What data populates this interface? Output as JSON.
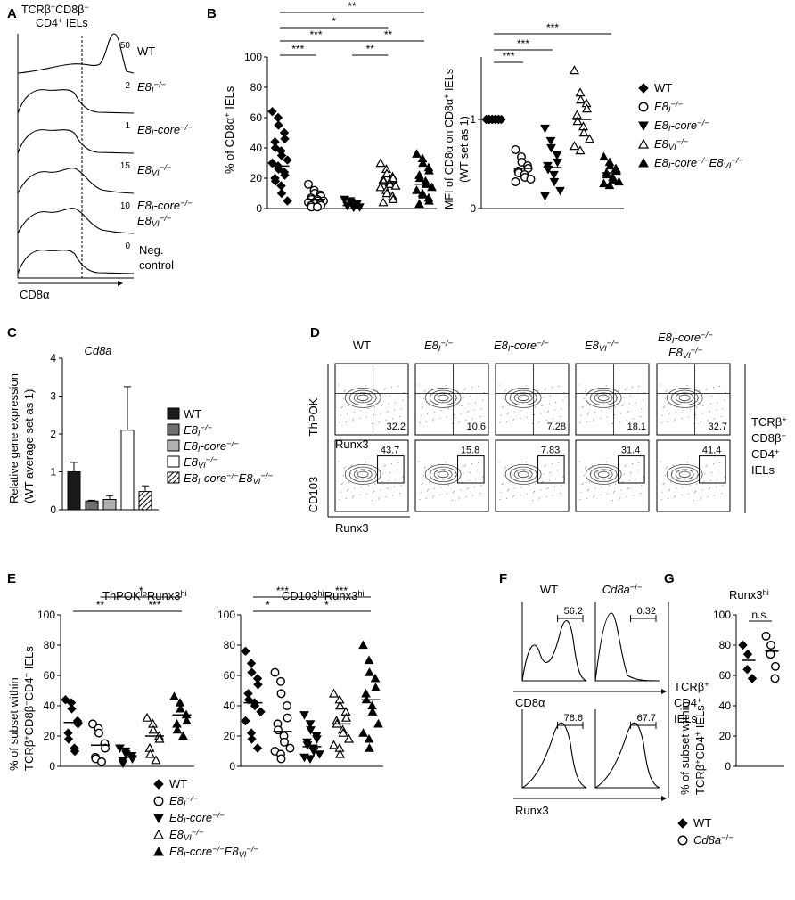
{
  "colors": {
    "ink": "#000000",
    "bar_dark": "#1a1a1a",
    "bar_mid": "#707070",
    "bar_light": "#b0b0b0",
    "bar_white": "#ffffff"
  },
  "genotypes": [
    "WT",
    "E8I−/−",
    "E8I-core−/−",
    "E8VI−/−",
    "E8I-core−/−E8VI−/−"
  ],
  "panels": {
    "A": {
      "letter": "A",
      "title": [
        "TCRβ+CD8β−",
        "CD4+ IELs"
      ],
      "xlabel": "CD8α",
      "rows": [
        {
          "label": "WT",
          "pct": "50"
        },
        {
          "label": "E8I−/−",
          "pct": "2"
        },
        {
          "label": "E8I-core−/−",
          "pct": "1"
        },
        {
          "label": "E8VI−/−",
          "pct": "15"
        },
        {
          "label": "E8I-core−/− E8VI−/−",
          "pct": "10"
        },
        {
          "label": "Neg. control",
          "pct": "0"
        }
      ]
    },
    "B": {
      "letter": "B"
    },
    "C": {
      "letter": "C"
    },
    "D": {
      "letter": "D",
      "side_label": [
        "TCRβ+",
        "CD8β−",
        "CD4+",
        "IELs"
      ],
      "row1": {
        "ylabel": "ThPOK",
        "xlabel": "Runx3",
        "values": [
          "32.2",
          "10.6",
          "7.28",
          "18.1",
          "32.7"
        ]
      },
      "row2": {
        "ylabel": "CD103",
        "xlabel": "Runx3",
        "values": [
          "43.7",
          "15.8",
          "7.83",
          "31.4",
          "41.4"
        ]
      }
    },
    "E": {
      "letter": "E"
    },
    "F": {
      "letter": "F",
      "columns": [
        "WT",
        "Cd8a−/−"
      ],
      "side_label": [
        "TCRβ+",
        "CD4+",
        "IELs"
      ],
      "row1": {
        "xlabel": "CD8α",
        "values": [
          "56.2",
          "0.32"
        ]
      },
      "row2": {
        "xlabel": "Runx3",
        "values": [
          "78.6",
          "67.7"
        ]
      }
    },
    "G": {
      "letter": "G"
    }
  },
  "chart_data": [
    {
      "id": "B1",
      "type": "scatter",
      "ylabel": "% of CD8α+ IELs",
      "ylim": [
        0,
        100
      ],
      "yticks": [
        0,
        20,
        40,
        60,
        80,
        100
      ],
      "categories": [
        "WT",
        "E8I−/−",
        "E8I-core−/−",
        "E8VI−/−",
        "E8I-core−/−E8VI−/−"
      ],
      "markers": [
        "diamond",
        "circle",
        "tri-down",
        "tri-up-open",
        "tri-up"
      ],
      "series": [
        [
          64,
          60,
          55,
          50,
          46,
          44,
          40,
          38,
          35,
          32,
          30,
          28,
          26,
          24,
          22,
          20,
          18,
          15,
          10,
          5
        ],
        [
          16,
          12,
          10,
          9,
          8,
          7,
          6,
          6,
          5,
          5,
          4,
          4,
          3,
          3,
          2,
          2,
          1,
          1
        ],
        [
          6,
          5,
          4,
          3,
          3,
          2,
          2,
          1,
          1,
          1
        ],
        [
          30,
          26,
          23,
          21,
          20,
          19,
          18,
          17,
          16,
          15,
          14,
          12,
          10,
          8,
          6,
          4
        ],
        [
          36,
          33,
          30,
          27,
          25,
          22,
          20,
          18,
          16,
          14,
          12,
          10,
          9,
          7,
          5,
          3
        ]
      ],
      "means": [
        28,
        6,
        2,
        17,
        16
      ],
      "significance": [
        {
          "from": 0,
          "to": 4,
          "label": "**"
        },
        {
          "from": 0,
          "to": 3,
          "label": "*"
        },
        {
          "from": 0,
          "to": 2,
          "label": "***"
        },
        {
          "from": 2,
          "to": 4,
          "label": "**"
        },
        {
          "from": 0,
          "to": 1,
          "label": "***"
        },
        {
          "from": 2,
          "to": 3,
          "label": "**"
        }
      ]
    },
    {
      "id": "B2",
      "type": "scatter",
      "ylabel": "MFI of CD8α on CD8α+ IELs (WT set as 1)",
      "ylim": [
        0,
        1.7
      ],
      "yticks": [
        0,
        1
      ],
      "categories": [
        "WT",
        "E8I−/−",
        "E8I-core−/−",
        "E8VI−/−",
        "E8I-core−/−E8VI−/−"
      ],
      "markers": [
        "diamond",
        "circle",
        "tri-down",
        "tri-up-open",
        "tri-up"
      ],
      "legend": [
        "WT",
        "E8I−/−",
        "E8I-core−/−",
        "E8VI−/−",
        "E8I-core−/−E8VI−/−"
      ],
      "series": [
        [
          1,
          1,
          1,
          1,
          1,
          1,
          1,
          1,
          1,
          1
        ],
        [
          0.66,
          0.58,
          0.52,
          0.48,
          0.45,
          0.42,
          0.4,
          0.38,
          0.35,
          0.33,
          0.3
        ],
        [
          0.9,
          0.76,
          0.68,
          0.6,
          0.52,
          0.48,
          0.44,
          0.38,
          0.3,
          0.2,
          0.14
        ],
        [
          1.55,
          1.3,
          1.22,
          1.18,
          1.12,
          1.05,
          0.98,
          0.92,
          0.85,
          0.78,
          0.7,
          0.65
        ],
        [
          0.58,
          0.52,
          0.48,
          0.45,
          0.42,
          0.4,
          0.38,
          0.35,
          0.32,
          0.3,
          0.28,
          0.26
        ]
      ],
      "means": [
        1,
        0.45,
        0.46,
        1.0,
        0.4
      ],
      "significance": [
        {
          "from": 0,
          "to": 4,
          "label": "***"
        },
        {
          "from": 0,
          "to": 2,
          "label": "***"
        },
        {
          "from": 0,
          "to": 1,
          "label": "***"
        }
      ]
    },
    {
      "id": "C",
      "type": "bar",
      "title": "Cd8a",
      "ylabel": "Relative gene expression (WT average set as 1)",
      "ylim": [
        0,
        4
      ],
      "yticks": [
        0,
        1,
        2,
        3,
        4
      ],
      "categories": [
        "WT",
        "E8I−/−",
        "E8I-core−/−",
        "E8VI−/−",
        "E8I-core−/−E8VI−/−"
      ],
      "values": [
        1.0,
        0.23,
        0.27,
        2.1,
        0.48
      ],
      "errors": [
        0.25,
        0.02,
        0.1,
        1.15,
        0.15
      ],
      "fills": [
        "dark",
        "mid",
        "light",
        "white",
        "hatch"
      ],
      "legend": [
        "WT",
        "E8I−/−",
        "E8I-core−/−",
        "E8VI−/−",
        "E8I-core−/−E8VI−/−"
      ]
    },
    {
      "id": "E1",
      "type": "scatter",
      "title": "ThPOKloRunx3hi",
      "ylabel": "% of subset within TCRβ+CD8β−CD4+ IELs",
      "ylim": [
        0,
        100
      ],
      "yticks": [
        0,
        20,
        40,
        60,
        80,
        100
      ],
      "categories": [
        "WT",
        "E8I−/−",
        "E8I-core−/−",
        "E8VI−/−",
        "E8I-core−/−E8VI−/−"
      ],
      "markers": [
        "diamond",
        "circle",
        "tri-down",
        "tri-up-open",
        "tri-up"
      ],
      "series": [
        [
          44,
          42,
          38,
          30,
          28,
          22,
          18,
          12,
          10
        ],
        [
          28,
          25,
          22,
          15,
          12,
          6,
          5,
          3
        ],
        [
          12,
          10,
          8,
          7,
          5,
          4,
          2
        ],
        [
          32,
          28,
          24,
          20,
          18,
          12,
          8,
          4
        ],
        [
          46,
          42,
          38,
          34,
          30,
          28,
          24,
          20
        ]
      ],
      "means": [
        29,
        14,
        6,
        20,
        34
      ],
      "significance": [
        {
          "from": 1,
          "to": 4,
          "label": "*"
        },
        {
          "from": 0,
          "to": 2,
          "label": "**"
        },
        {
          "from": 2,
          "to": 4,
          "label": "***"
        }
      ],
      "legend": [
        "WT",
        "E8I−/−",
        "E8I-core−/−",
        "E8VI−/−",
        "E8I-core−/−E8VI−/−"
      ]
    },
    {
      "id": "E2",
      "type": "scatter",
      "title": "CD103hiRunx3hi",
      "ylim": [
        0,
        100
      ],
      "yticks": [
        0,
        20,
        40,
        60,
        80,
        100
      ],
      "categories": [
        "WT",
        "E8I−/−",
        "E8I-core−/−",
        "E8VI−/−",
        "E8I-core−/−E8VI−/−"
      ],
      "markers": [
        "diamond",
        "circle",
        "tri-down",
        "tri-up-open",
        "tri-up"
      ],
      "series": [
        [
          76,
          68,
          62,
          58,
          54,
          48,
          44,
          42,
          40,
          36,
          30,
          22,
          18,
          12
        ],
        [
          62,
          56,
          48,
          40,
          32,
          28,
          24,
          20,
          16,
          12,
          10,
          8,
          5
        ],
        [
          34,
          28,
          24,
          20,
          18,
          16,
          14,
          12,
          10,
          8,
          6,
          5
        ],
        [
          48,
          44,
          40,
          36,
          32,
          30,
          28,
          24,
          22,
          18,
          14,
          12,
          8
        ],
        [
          80,
          70,
          62,
          58,
          52,
          48,
          44,
          40,
          36,
          28,
          22,
          18,
          12
        ]
      ],
      "means": [
        42,
        23,
        13,
        28,
        44
      ],
      "significance": [
        {
          "from": 0,
          "to": 2,
          "label": "***"
        },
        {
          "from": 2,
          "to": 4,
          "label": "***"
        },
        {
          "from": 0,
          "to": 1,
          "label": "*"
        },
        {
          "from": 1,
          "to": 4,
          "label": "*"
        }
      ]
    },
    {
      "id": "G",
      "type": "scatter",
      "title": "Runx3hi",
      "ylabel": "% of subset within TCRβ+CD4+ IELs",
      "ylim": [
        0,
        100
      ],
      "yticks": [
        0,
        20,
        40,
        60,
        80,
        100
      ],
      "categories": [
        "WT",
        "Cd8a−/−"
      ],
      "markers": [
        "diamond",
        "circle"
      ],
      "series": [
        [
          80,
          74,
          64,
          58
        ],
        [
          86,
          80,
          74,
          66,
          58
        ]
      ],
      "means": [
        70,
        76
      ],
      "significance": [
        {
          "from": 0,
          "to": 1,
          "label": "n.s."
        }
      ],
      "legend": [
        "WT",
        "Cd8a−/−"
      ]
    }
  ]
}
